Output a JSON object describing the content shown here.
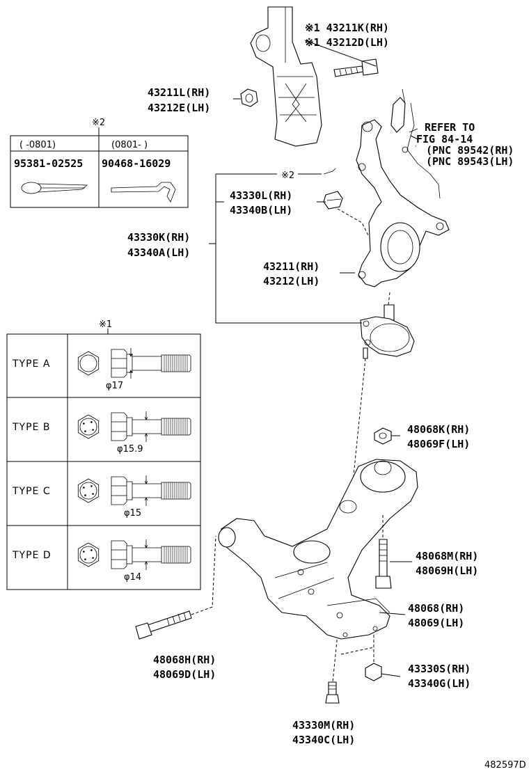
{
  "labels": {
    "l43211K": "※1 43211K(RH)",
    "l43212D": "※1 43212D(LH)",
    "l43211L": "43211L(RH)",
    "l43212E": "43212E(LH)",
    "refer1": "REFER TO",
    "refer2": "FIG 84-14",
    "refer3": "(PNC 89542(RH)",
    "refer4": "(PNC 89543(LH)",
    "l43330L": "43330L(RH)",
    "l43340B": "43340B(LH)",
    "l43330K": "43330K(RH)",
    "l43340A": "43340A(LH)",
    "l43211": "43211(RH)",
    "l43212": "43212(LH)",
    "l48068K": "48068K(RH)",
    "l48069F": "48069F(LH)",
    "l48068M": "48068M(RH)",
    "l48069H": "48069H(LH)",
    "l48068": "48068(RH)",
    "l48069": "48069(LH)",
    "l48068H": "48068H(RH)",
    "l48069D": "48069D(LH)",
    "l43330S": "43330S(RH)",
    "l43340G": "43340G(LH)",
    "l43330M": "43330M(RH)",
    "l43340C": "43340C(LH)",
    "note2a": "※2",
    "note2b": "※2",
    "note1": "※1",
    "diagram_id": "482597D"
  },
  "pin_table": {
    "col1_header": "(    -0801)",
    "col2_header": "(0801-    )",
    "col1_part": "95381-02525",
    "col2_part": "90468-16029"
  },
  "bolt_table": {
    "rows": [
      {
        "type": "TYPE A",
        "dia": "φ17"
      },
      {
        "type": "TYPE B",
        "dia": "φ15.9"
      },
      {
        "type": "TYPE C",
        "dia": "φ15"
      },
      {
        "type": "TYPE D",
        "dia": "φ14"
      }
    ]
  }
}
